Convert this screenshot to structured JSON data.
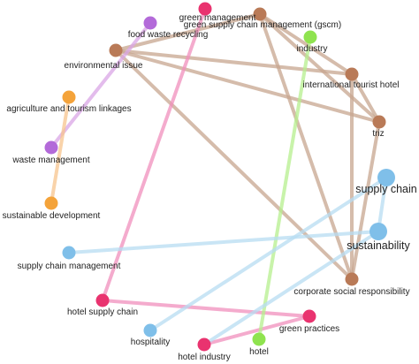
{
  "colors": {
    "brown": "#b97a57",
    "purple": "#b36ad9",
    "orange": "#f4a33a",
    "green": "#8fe34f",
    "pink": "#e9336f",
    "blue": "#7fbfe9",
    "edge_brown": "#c7a58f",
    "edge_pink": "#f08fbc",
    "edge_purple": "#d9a6e6",
    "edge_orange": "#f7c48e",
    "edge_green": "#b5ef8d",
    "edge_blue": "#b7dcf2"
  },
  "nodes": [
    {
      "id": "green-management",
      "label": "green management",
      "color": "pink",
      "size": "small"
    },
    {
      "id": "food-waste-recycling",
      "label": "food waste recycling",
      "color": "purple",
      "size": "small"
    },
    {
      "id": "gscm",
      "label": "green supply chain management (gscm)",
      "color": "brown",
      "size": "small"
    },
    {
      "id": "industry",
      "label": "industry",
      "color": "green",
      "size": "small"
    },
    {
      "id": "environmental-issue",
      "label": "environmental issue",
      "color": "brown",
      "size": "small"
    },
    {
      "id": "international-tourist-hotel",
      "label": "international tourist hotel",
      "color": "brown",
      "size": "small"
    },
    {
      "id": "agriculture-tourism",
      "label": "agriculture and tourism linkages",
      "color": "orange",
      "size": "small"
    },
    {
      "id": "triz",
      "label": "triz",
      "color": "brown",
      "size": "small"
    },
    {
      "id": "waste-management",
      "label": "waste management",
      "color": "purple",
      "size": "small"
    },
    {
      "id": "supply-chain",
      "label": "supply chain",
      "color": "blue",
      "size": "big"
    },
    {
      "id": "sustainable-development",
      "label": "sustainable development",
      "color": "orange",
      "size": "small"
    },
    {
      "id": "sustainability",
      "label": "sustainability",
      "color": "blue",
      "size": "big"
    },
    {
      "id": "supply-chain-management",
      "label": "supply chain management",
      "color": "blue",
      "size": "small"
    },
    {
      "id": "corporate-social-responsibility",
      "label": "corporate social responsibility",
      "color": "brown",
      "size": "small"
    },
    {
      "id": "hotel-supply-chain",
      "label": "hotel supply chain",
      "color": "pink",
      "size": "small"
    },
    {
      "id": "green-practices",
      "label": "green practices",
      "color": "pink",
      "size": "small"
    },
    {
      "id": "hospitality",
      "label": "hospitality",
      "color": "blue",
      "size": "small"
    },
    {
      "id": "hotel-industry",
      "label": "hotel industry",
      "color": "pink",
      "size": "small"
    },
    {
      "id": "hotel",
      "label": "hotel",
      "color": "green",
      "size": "small"
    }
  ],
  "edges": [
    {
      "from": "gscm",
      "to": "environmental-issue",
      "color": "edge_brown"
    },
    {
      "from": "gscm",
      "to": "international-tourist-hotel",
      "color": "edge_brown"
    },
    {
      "from": "gscm",
      "to": "triz",
      "color": "edge_brown"
    },
    {
      "from": "gscm",
      "to": "corporate-social-responsibility",
      "color": "edge_brown"
    },
    {
      "from": "environmental-issue",
      "to": "international-tourist-hotel",
      "color": "edge_brown"
    },
    {
      "from": "environmental-issue",
      "to": "triz",
      "color": "edge_brown"
    },
    {
      "from": "environmental-issue",
      "to": "corporate-social-responsibility",
      "color": "edge_brown"
    },
    {
      "from": "international-tourist-hotel",
      "to": "triz",
      "color": "edge_brown"
    },
    {
      "from": "international-tourist-hotel",
      "to": "corporate-social-responsibility",
      "color": "edge_brown"
    },
    {
      "from": "triz",
      "to": "corporate-social-responsibility",
      "color": "edge_brown"
    },
    {
      "from": "green-management",
      "to": "hotel-supply-chain",
      "color": "edge_pink"
    },
    {
      "from": "hotel-supply-chain",
      "to": "green-practices",
      "color": "edge_pink"
    },
    {
      "from": "green-practices",
      "to": "hotel-industry",
      "color": "edge_pink"
    },
    {
      "from": "food-waste-recycling",
      "to": "waste-management",
      "color": "edge_purple"
    },
    {
      "from": "agriculture-tourism",
      "to": "sustainable-development",
      "color": "edge_orange"
    },
    {
      "from": "industry",
      "to": "hotel",
      "color": "edge_green"
    },
    {
      "from": "supply-chain-management",
      "to": "sustainability",
      "color": "edge_blue"
    },
    {
      "from": "supply-chain",
      "to": "hospitality",
      "color": "edge_blue"
    },
    {
      "from": "supply-chain",
      "to": "sustainability",
      "color": "edge_blue"
    },
    {
      "from": "sustainability",
      "to": "hotel-industry",
      "color": "edge_blue"
    }
  ]
}
